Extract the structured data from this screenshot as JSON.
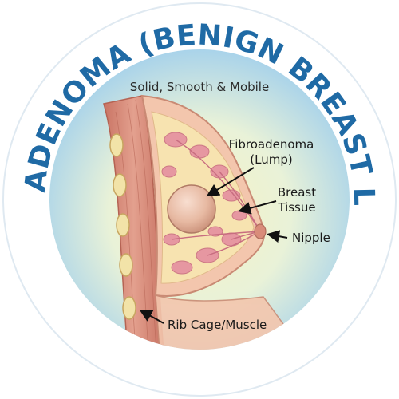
{
  "title": "FIBROADENOMA (BENIGN BREAST LUMP)",
  "subtitle": "Solid, Smooth & Mobile",
  "labels": {
    "fibroadenoma_line1": "Fibroadenoma",
    "fibroadenoma_line2": "(Lump)",
    "breast_tissue_line1": "Breast",
    "breast_tissue_line2": "Tissue",
    "nipple": "Nipple",
    "rib_cage": "Rib Cage/Muscle"
  },
  "colors": {
    "ring": "#ffffff",
    "title_blue": "#1f6aa5",
    "sky_blue": "#a9d3ea",
    "warm_yellow": "#f4f0c2",
    "skin": "#f3c6ad",
    "muscle": "#d98b78",
    "lump": "#e7b9a2",
    "glands": "#e58fa0",
    "fat": "#f7e3b0"
  }
}
